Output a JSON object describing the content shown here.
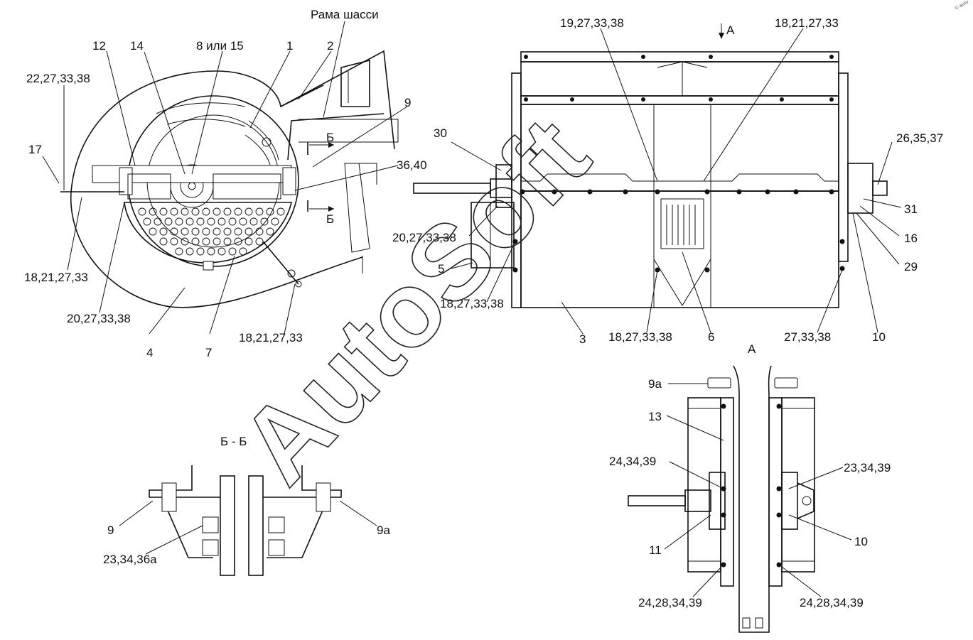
{
  "watermark": "AutoSoft",
  "corner_mark": "© auto",
  "left_view": {
    "labels": {
      "frame": "Рама шасси",
      "l12": "12",
      "l14": "14",
      "l8or15": "8 или 15",
      "l1": "1",
      "l2": "2",
      "l22": "22,27,33,38",
      "l17": "17",
      "l9": "9",
      "lB1": "Б",
      "l3640": "36,40",
      "lB2": "Б",
      "l18a": "18,21,27,33",
      "l20a": "20,27,33,38",
      "l18b": "18,21,27,33",
      "l4": "4",
      "l7": "7"
    }
  },
  "front_view": {
    "labels": {
      "l19": "19,27,33,38",
      "lA": "А",
      "l18c": "18,21,27,33",
      "l30": "30",
      "l26": "26,35,37",
      "l31": "31",
      "l16": "16",
      "l29": "29",
      "l20b": "20,27,33,38",
      "l5": "5",
      "l18d": "18,27,33,38",
      "l3": "3",
      "l18e": "18,27,33,38",
      "l6": "6",
      "l27": "27,33,38",
      "l10": "10"
    }
  },
  "section_bb": {
    "labels": {
      "title": "Б - Б",
      "l9": "9",
      "l9a": "9а",
      "l23": "23,34,36а"
    }
  },
  "view_a": {
    "labels": {
      "title": "А",
      "l9a": "9а",
      "l13": "13",
      "l24a": "24,34,39",
      "l23": "23,34,39",
      "l11": "11",
      "l10": "10",
      "l24b": "24,28,34,39",
      "l24c": "24,28,34,39"
    }
  }
}
